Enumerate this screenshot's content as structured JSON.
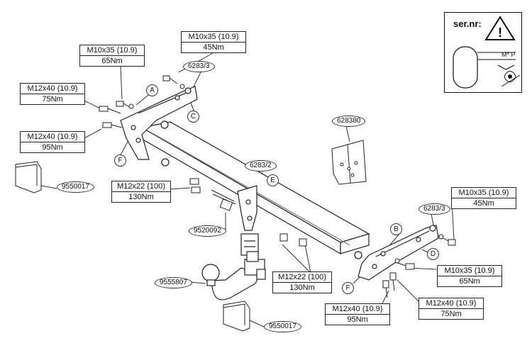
{
  "labels": {
    "l1": {
      "spec": "M10x35 (10.9)",
      "torque": "45Nm"
    },
    "l2": {
      "spec": "M10x35 (10.9)",
      "torque": "65Nm"
    },
    "l3": {
      "spec": "M12x40 (10.9)",
      "torque": "75Nm"
    },
    "l4": {
      "spec": "M12x40 (10.9)",
      "torque": "95Nm"
    },
    "l5": {
      "spec": "M12x22 (100)",
      "torque": "130Nm"
    },
    "l6": {
      "spec": "M10x35 (10.9)",
      "torque": "45Nm"
    },
    "l7": {
      "spec": "M12x22 (100)",
      "torque": "130Nm"
    },
    "l8": {
      "spec": "M10x35 (10.9)",
      "torque": "65Nm"
    },
    "l9": {
      "spec": "M12x40 (10.9)",
      "torque": "75Nm"
    },
    "l10": {
      "spec": "M12x40 (10.9)",
      "torque": "95Nm"
    }
  },
  "parts": {
    "p_6283_3_top": "6283/3",
    "p_628380": "628380",
    "p_6283_2": "6283/2",
    "p_9550017_top": "9550017",
    "p_9520092": "9520092",
    "p_6283_3_right": "6283/3",
    "p_9555807": "9555807",
    "p_9550017_bottom": "9550017"
  },
  "letters": {
    "a": "A",
    "c": "C",
    "f1": "F",
    "e": "E",
    "b": "B",
    "d": "D",
    "f2": "F"
  },
  "info_box": {
    "serial_label": "ser.nr:",
    "plate_text": "M* P"
  }
}
